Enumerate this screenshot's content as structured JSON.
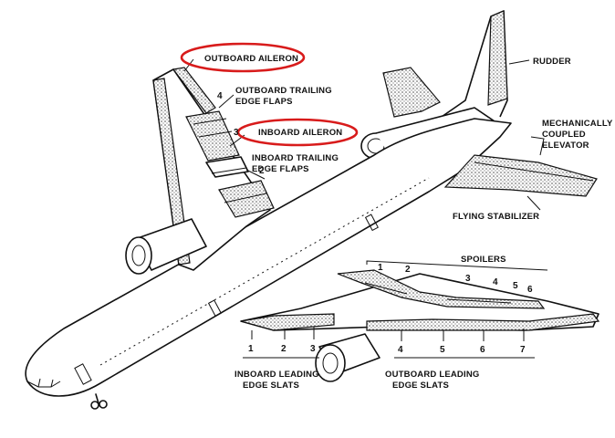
{
  "labels": {
    "outboard_aileron": "OUTBOARD AILERON",
    "outboard_trailing_1": "OUTBOARD TRAILING",
    "outboard_trailing_2": "EDGE FLAPS",
    "inboard_aileron": "INBOARD AILERON",
    "inboard_trailing_1": "INBOARD TRAILING",
    "inboard_trailing_2": "EDGE FLAPS",
    "rudder": "RUDDER",
    "mech_1": "MECHANICALLY",
    "mech_2": "COUPLED",
    "mech_3": "ELEVATOR",
    "flying_stabilizer": "FLYING STABILIZER",
    "spoilers": "SPOILERS",
    "inboard_leading_1": "INBOARD LEADING",
    "inboard_leading_2": "EDGE SLATS",
    "outboard_leading_1": "OUTBOARD LEADING",
    "outboard_leading_2": "EDGE SLATS"
  },
  "numbers": {
    "flap_4": "4",
    "flap_3": "3",
    "flap_2": "2",
    "spoiler_1": "1",
    "spoiler_2": "2",
    "spoiler_3": "3",
    "spoiler_4": "4",
    "spoiler_5": "5",
    "spoiler_6": "6",
    "in_slat_1": "1",
    "in_slat_2": "2",
    "in_slat_3": "3",
    "out_slat_4": "4",
    "out_slat_5": "5",
    "out_slat_6": "6",
    "out_slat_7": "7"
  },
  "colors": {
    "highlight": "#d81b1b",
    "ink": "#111111"
  }
}
